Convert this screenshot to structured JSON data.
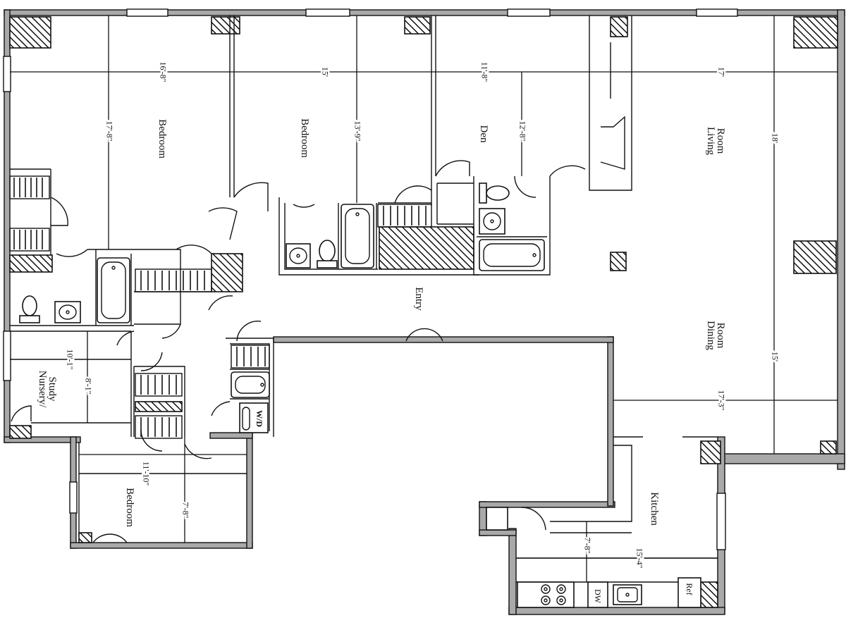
{
  "rooms": {
    "bedroom_1": "Bedroom",
    "bedroom_2": "Bedroom",
    "den": "Den",
    "living_room": [
      "Living",
      "Room"
    ],
    "dining_room": [
      "Dining",
      "Room"
    ],
    "entry": "Entry",
    "nursery": [
      "Nursery/",
      "Study"
    ],
    "bedroom_3": "Bedroom",
    "kitchen": "Kitchen"
  },
  "fixtures": {
    "washer_dryer": "W/D",
    "dishwasher": "DW",
    "refrigerator": "Ref"
  },
  "dimensions": {
    "bedroom_1_width": "16'-8\"",
    "bedroom_1_depth": "17'-8\"",
    "bedroom_2_width": "15'",
    "bedroom_2_depth": "13'-9\"",
    "den_width": "11'-8\"",
    "den_depth": "12'-8\"",
    "living_width": "17'",
    "living_depth": "18'",
    "dining_depth": "15'",
    "dining_width": "17'-3\"",
    "nursery_width": "10'-1\"",
    "nursery_depth": "8'-1\"",
    "bedroom_3_width": "11'-10\"",
    "bedroom_3_depth": "7'-8\"",
    "kitchen_depth": "7'-8\"",
    "kitchen_width": "15'-4\""
  }
}
